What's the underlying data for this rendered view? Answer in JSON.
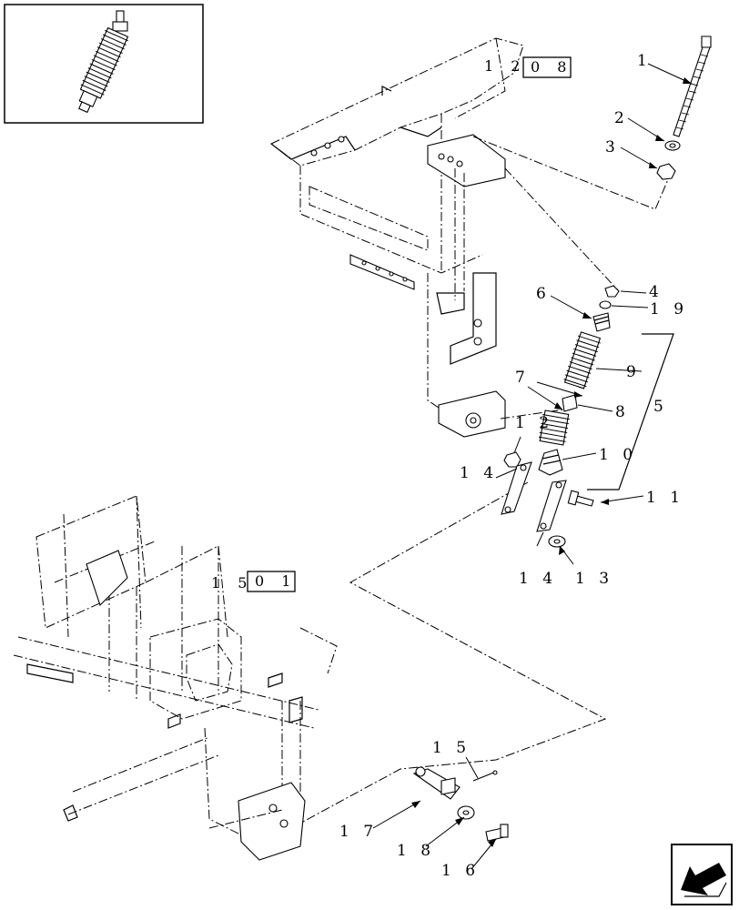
{
  "inset": {
    "icon": "spring-assembly-icon"
  },
  "references": [
    {
      "id": "ref-12-08",
      "prefix": "1 2",
      "box": "0 8"
    },
    {
      "id": "ref-15-01",
      "prefix": "1 5",
      "box": "0 1"
    }
  ],
  "callouts": [
    {
      "id": "1",
      "text": "1"
    },
    {
      "id": "2",
      "text": "2"
    },
    {
      "id": "3",
      "text": "3"
    },
    {
      "id": "4",
      "text": "4"
    },
    {
      "id": "5",
      "text": "5"
    },
    {
      "id": "6",
      "text": "6"
    },
    {
      "id": "7",
      "text": "7"
    },
    {
      "id": "8",
      "text": "8"
    },
    {
      "id": "9",
      "text": "9"
    },
    {
      "id": "10",
      "text": "1 0"
    },
    {
      "id": "11",
      "text": "1 1"
    },
    {
      "id": "12",
      "text": "1 2"
    },
    {
      "id": "13",
      "text": "1 3"
    },
    {
      "id": "14a",
      "text": "1 4"
    },
    {
      "id": "14b",
      "text": "1 4"
    },
    {
      "id": "15",
      "text": "1 5"
    },
    {
      "id": "16",
      "text": "1 6"
    },
    {
      "id": "17",
      "text": "1 7"
    },
    {
      "id": "18",
      "text": "1 8"
    },
    {
      "id": "19",
      "text": "1 9"
    }
  ],
  "nav": {
    "icon": "next-page-arrow-icon"
  }
}
